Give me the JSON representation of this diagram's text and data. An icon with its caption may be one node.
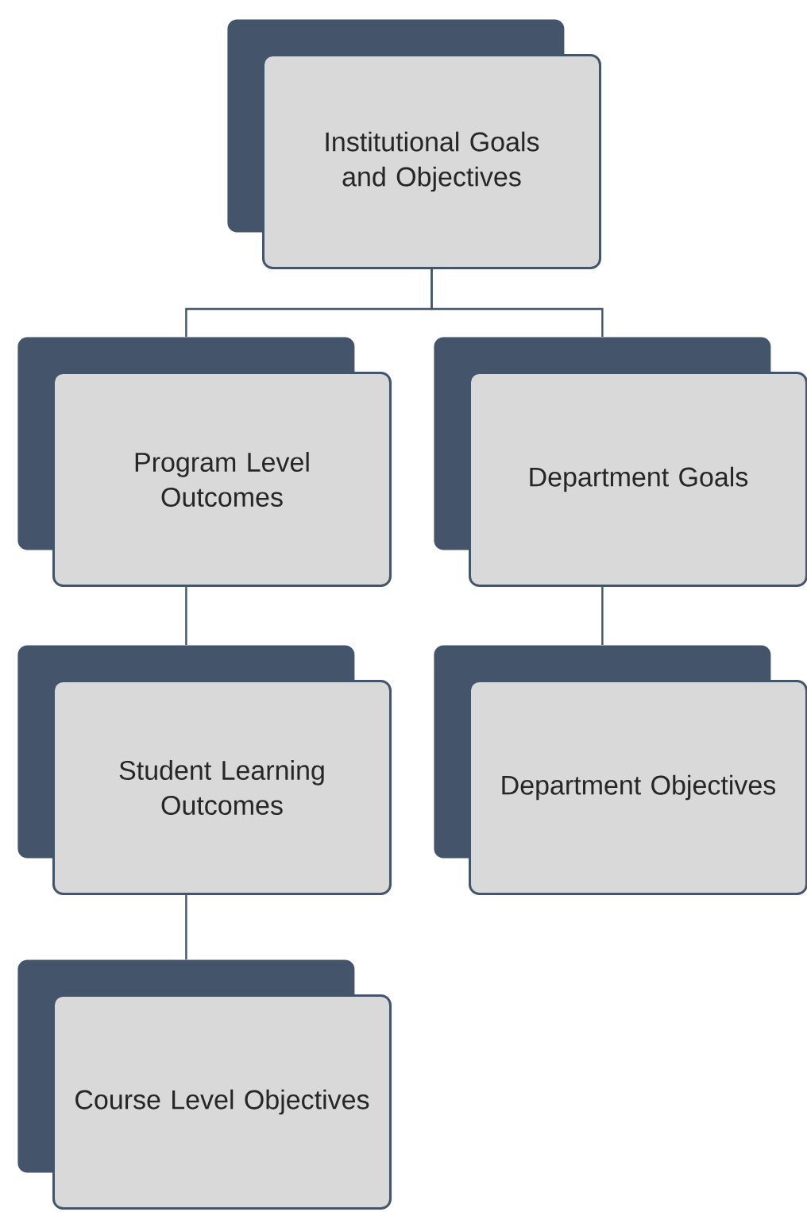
{
  "diagram": {
    "nodes": [
      {
        "text": [
          "Institutional Goals and Objectives"
        ]
      },
      {
        "text": [
          "Program Level Outcomes"
        ]
      },
      {
        "text": [
          "Department Goals"
        ]
      },
      {
        "text": [
          "Student Learning Outcomes"
        ]
      },
      {
        "text": [
          "Department Objectives"
        ]
      },
      {
        "text": [
          "Course Level Objectives"
        ]
      }
    ],
    "edges": [
      {
        "from": 0,
        "to": 1,
        "arrow": "none"
      },
      {
        "from": 0,
        "to": 2,
        "arrow": "none"
      },
      {
        "from": 1,
        "to": 3,
        "arrow": "none"
      },
      {
        "from": 2,
        "to": 4,
        "arrow": "none"
      },
      {
        "from": 3,
        "to": 5,
        "arrow": "none"
      }
    ]
  }
}
